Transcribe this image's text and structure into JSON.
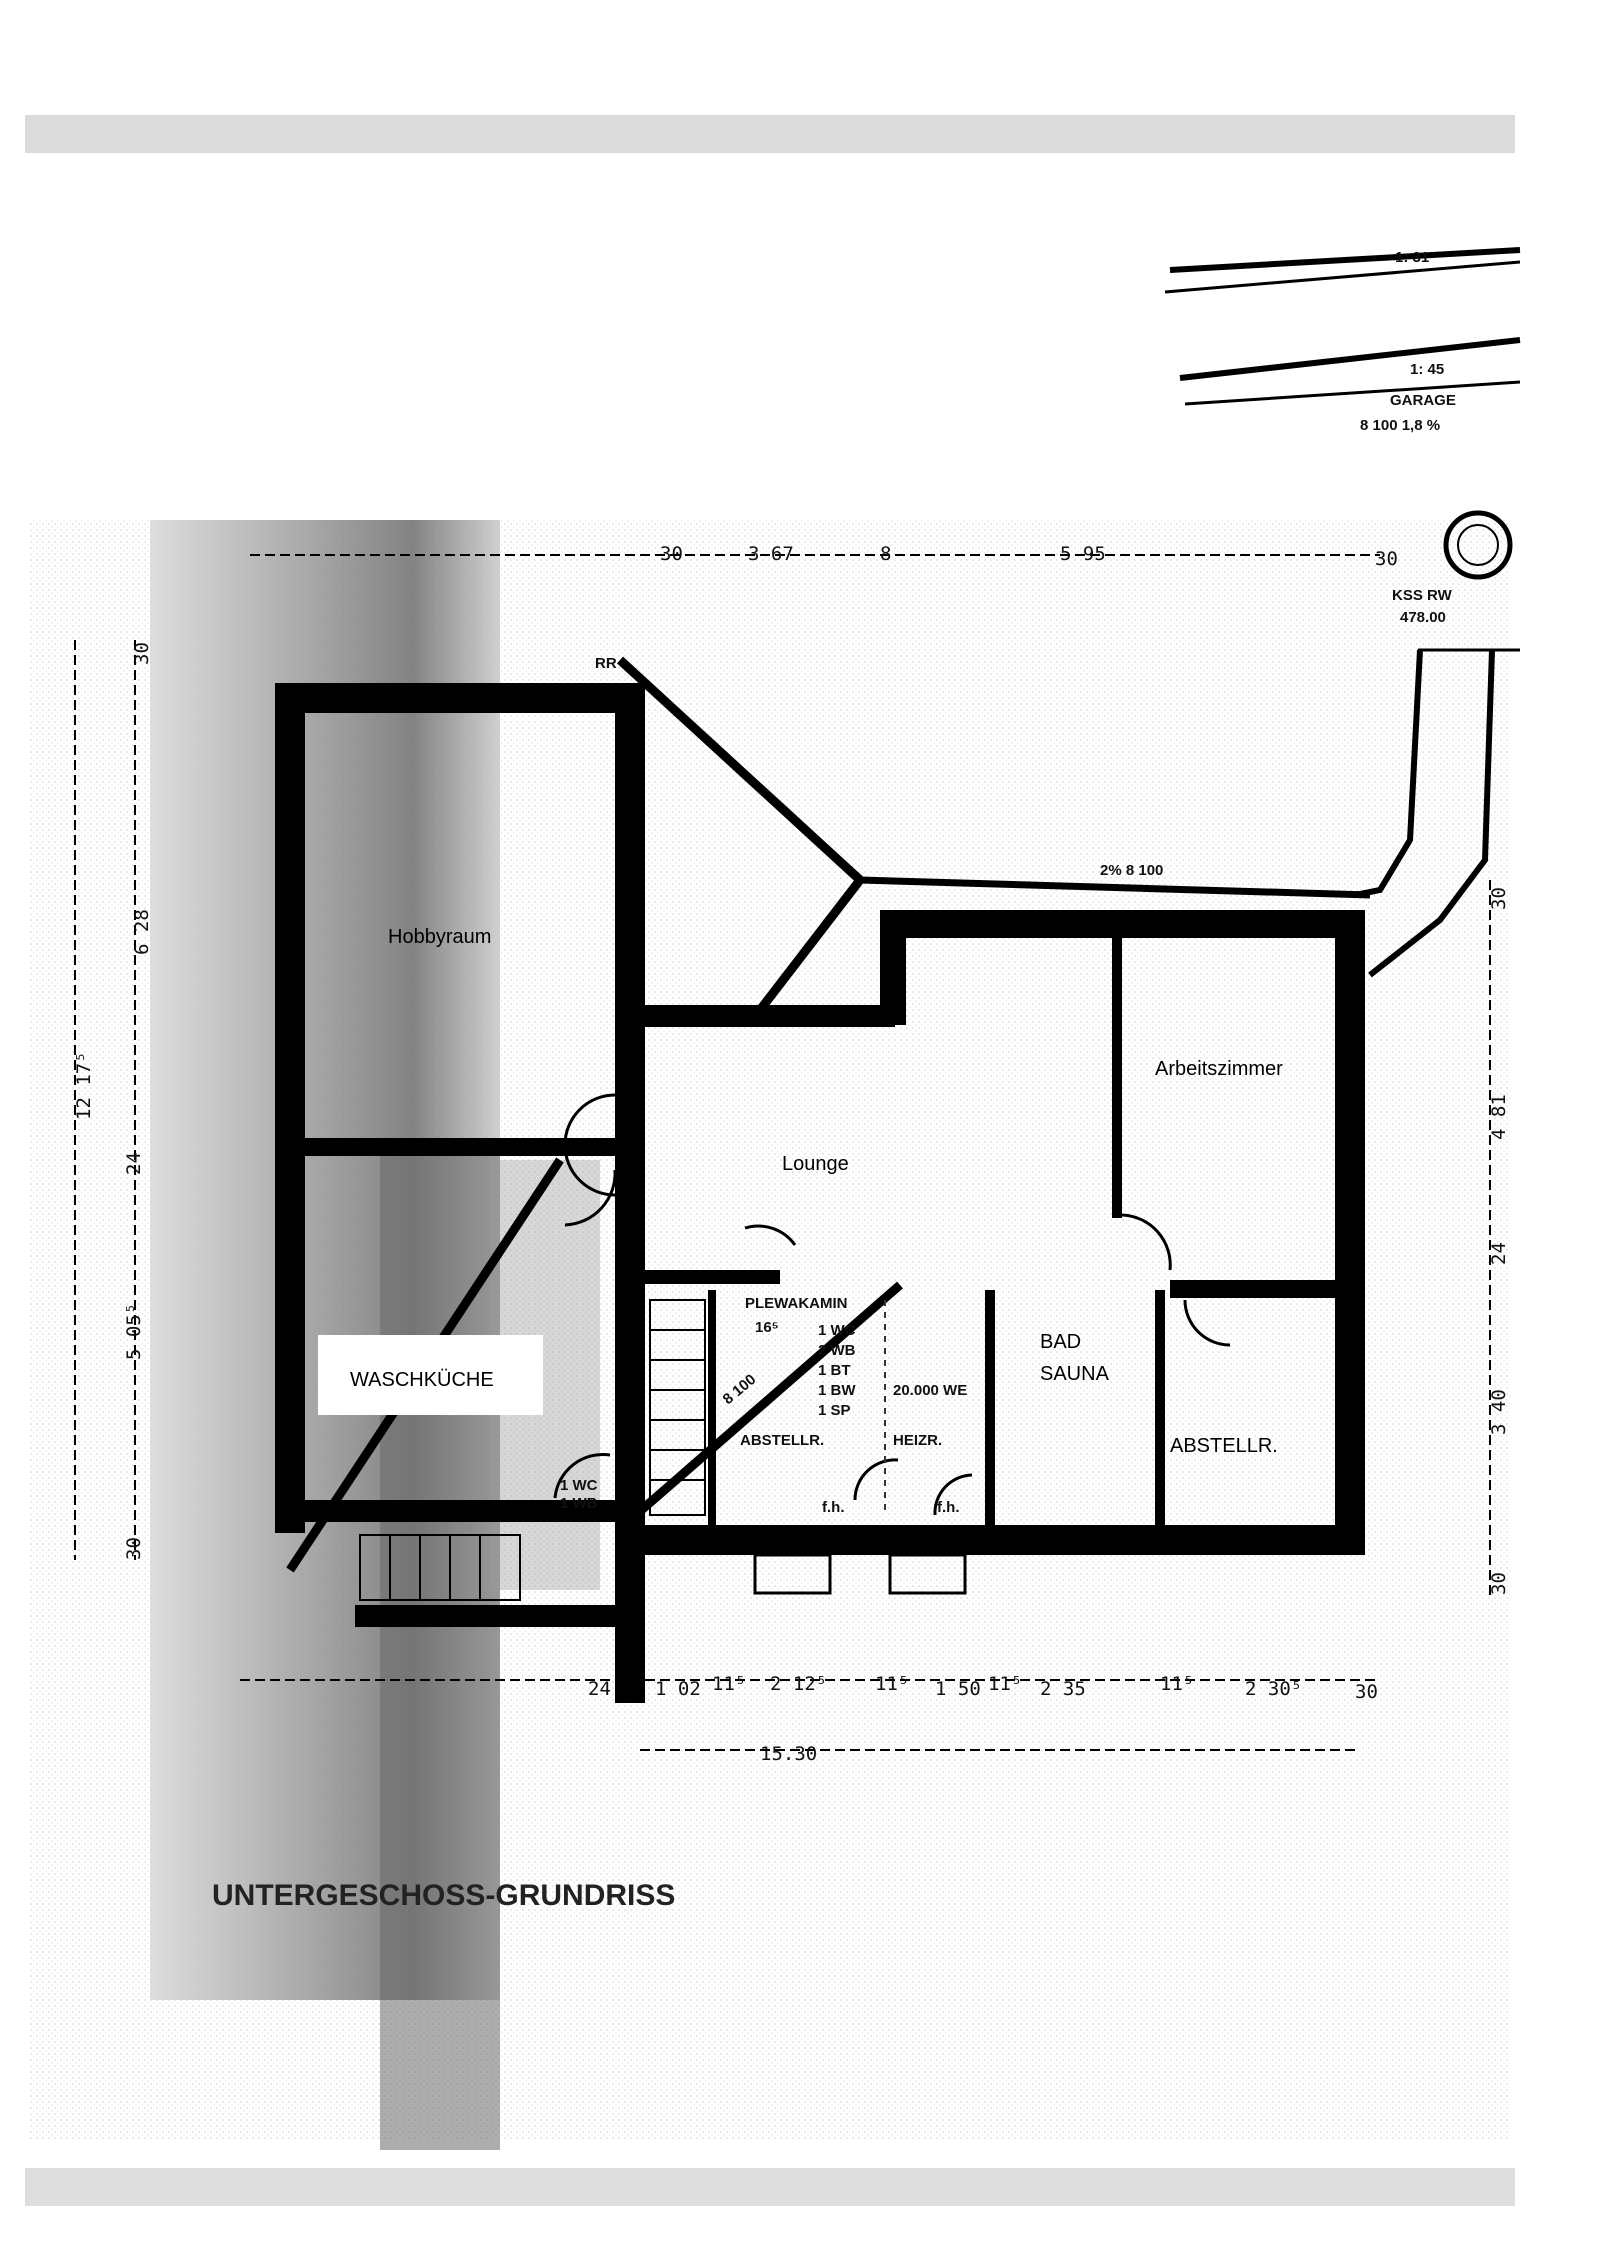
{
  "rooms": {
    "hobby": "Hobbyraum",
    "lounge": "Lounge",
    "arbeit": "Arbeitszimmer",
    "wasch": "WASCHKÜCHE",
    "bad_line1": "BAD",
    "bad_line2": "SAUNA",
    "abstell_right": "ABSTELLR.",
    "abstell_left": "ABSTELLR.",
    "heiz": "HEIZR."
  },
  "labels": {
    "plewa": "PLEWAKAMIN",
    "plewa_size": "16⁵",
    "wc_list": [
      "1 WC",
      "2 WB",
      "1 BT",
      "1 BW",
      "1 SP"
    ],
    "wc_small": [
      "1 WC",
      "1 WB"
    ],
    "heat": "20.000 WE",
    "fh1": "f.h.",
    "fh2": "f.h.",
    "rr": "RR",
    "pipe": "2% 8 100",
    "pipe2": "8 100",
    "garage": "GARAGE",
    "garage_sub": "8 100   1,8 %",
    "slope1": "1: 31",
    "slope2": "1: 45",
    "kss": "KSS  RW",
    "kss_val": "478.00",
    "title": "UNTERGESCHOSS-GRUNDRISS"
  },
  "dims_top": [
    "30",
    "3 67",
    "8",
    "5 95",
    "30"
  ],
  "dims_bottom": [
    "24",
    "1 02",
    "11⁵",
    "2 12⁵",
    "11⁵",
    "1 50",
    "11⁵",
    "2 35",
    "11⁵",
    "2 30⁵",
    "30"
  ],
  "dim_total": "15.30",
  "dims_left": [
    "30",
    "6 28",
    "12 17⁵",
    "24",
    "5 05⁵",
    "30"
  ],
  "dims_right": [
    "30",
    "4 81",
    "24",
    "3 40",
    "30"
  ]
}
